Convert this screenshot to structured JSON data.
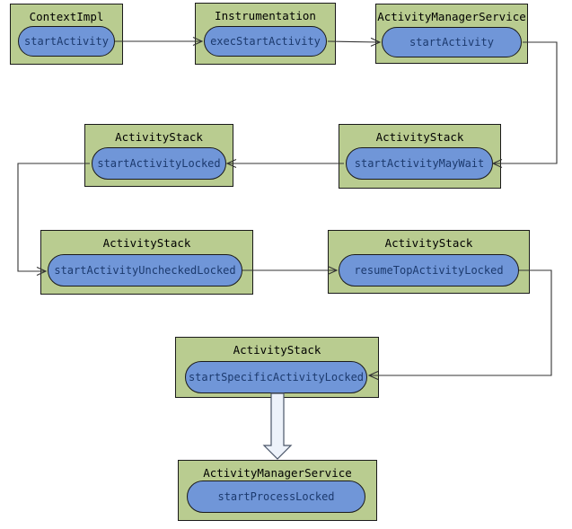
{
  "diagram": {
    "type": "flowchart",
    "topic": "Activity start call sequence"
  },
  "colors": {
    "box_fill": "#b9cc90",
    "box_border": "#1a1a1a",
    "pill_fill": "#7096d8",
    "pill_border": "#1a1a1a",
    "title_text": "#000000",
    "method_text": "#1c3a6e",
    "edge": "#333333",
    "block_arrow_fill": "#edf2fa",
    "block_arrow_border": "#4a5568"
  },
  "nodes": [
    {
      "id": "context-impl",
      "class_name": "ContextImpl",
      "method": "startActivity"
    },
    {
      "id": "instrumentation",
      "class_name": "Instrumentation",
      "method": "execStartActivity"
    },
    {
      "id": "activity-manager-service",
      "class_name": "ActivityManagerService",
      "method": "startActivity"
    },
    {
      "id": "activity-stack-maywait",
      "class_name": "ActivityStack",
      "method": "startActivityMayWait"
    },
    {
      "id": "activity-stack-locked",
      "class_name": "ActivityStack",
      "method": "startActivityLocked"
    },
    {
      "id": "activity-stack-unchecked",
      "class_name": "ActivityStack",
      "method": "startActivityUncheckedLocked"
    },
    {
      "id": "activity-stack-resume",
      "class_name": "ActivityStack",
      "method": "resumeTopActivityLocked"
    },
    {
      "id": "activity-stack-specific",
      "class_name": "ActivityStack",
      "method": "startSpecificActivityLocked"
    },
    {
      "id": "activity-manager-service-2",
      "class_name": "ActivityManagerService",
      "method": "startProcessLocked"
    }
  ],
  "edges": [
    {
      "from": "context-impl.startActivity",
      "to": "instrumentation.execStartActivity",
      "style": "open-arrow"
    },
    {
      "from": "instrumentation.execStartActivity",
      "to": "activity-manager-service.startActivity",
      "style": "open-arrow"
    },
    {
      "from": "activity-manager-service.startActivity",
      "to": "activity-stack-maywait.startActivityMayWait",
      "style": "open-arrow"
    },
    {
      "from": "activity-stack-maywait.startActivityMayWait",
      "to": "activity-stack-locked.startActivityLocked",
      "style": "open-arrow"
    },
    {
      "from": "activity-stack-locked.startActivityLocked",
      "to": "activity-stack-unchecked.startActivityUncheckedLocked",
      "style": "open-arrow"
    },
    {
      "from": "activity-stack-unchecked.startActivityUncheckedLocked",
      "to": "activity-stack-resume.resumeTopActivityLocked",
      "style": "open-arrow"
    },
    {
      "from": "activity-stack-resume.resumeTopActivityLocked",
      "to": "activity-stack-specific.startSpecificActivityLocked",
      "style": "open-arrow"
    },
    {
      "from": "activity-stack-specific.startSpecificActivityLocked",
      "to": "activity-manager-service-2.startProcessLocked",
      "style": "hollow-block-arrow"
    }
  ]
}
